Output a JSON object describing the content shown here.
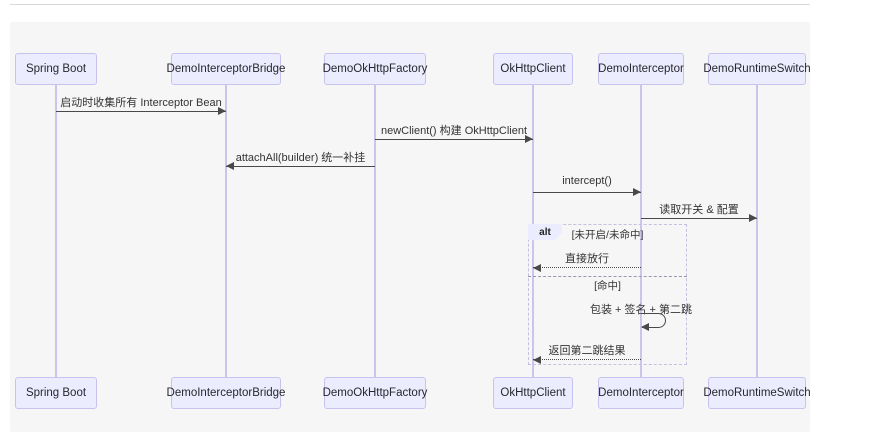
{
  "diagram": {
    "type": "sequence",
    "participants": [
      {
        "name": "Spring Boot"
      },
      {
        "name": "DemoInterceptorBridge"
      },
      {
        "name": "DemoOkHttpFactory"
      },
      {
        "name": "OkHttpClient"
      },
      {
        "name": "DemoInterceptor"
      },
      {
        "name": "DemoRuntimeSwitch"
      }
    ],
    "messages": [
      {
        "from": "Spring Boot",
        "to": "DemoInterceptorBridge",
        "label": "启动时收集所有 Interceptor Bean",
        "style": "solid"
      },
      {
        "from": "DemoOkHttpFactory",
        "to": "OkHttpClient",
        "label": "newClient() 构建 OkHttpClient",
        "style": "solid"
      },
      {
        "from": "DemoOkHttpFactory",
        "to": "DemoInterceptorBridge",
        "label": "attachAll(builder) 统一补挂",
        "style": "solid"
      },
      {
        "from": "OkHttpClient",
        "to": "DemoInterceptor",
        "label": "intercept()",
        "style": "solid"
      },
      {
        "from": "DemoInterceptor",
        "to": "DemoRuntimeSwitch",
        "label": "读取开关 & 配置",
        "style": "solid"
      },
      {
        "from": "DemoInterceptor",
        "to": "OkHttpClient",
        "label": "直接放行",
        "style": "dashed"
      },
      {
        "from": "DemoInterceptor",
        "to": "DemoInterceptor",
        "label": "包装 + 签名 + 第二跳",
        "style": "self"
      },
      {
        "from": "DemoInterceptor",
        "to": "OkHttpClient",
        "label": "返回第二跳结果",
        "style": "dashed"
      }
    ],
    "alt": {
      "keyword": "alt",
      "branches": [
        {
          "guard": "[未开启/未命中]"
        },
        {
          "guard": "[命中]"
        }
      ]
    },
    "colors": {
      "participant_fill": "#ececff",
      "participant_border": "#c8c2ee",
      "lifeline": "#ccc4ec",
      "arrow": "#494949",
      "label_text": "#333333",
      "frame_border": "#c2c2e0",
      "panel_background": "#f6f6f7"
    }
  }
}
